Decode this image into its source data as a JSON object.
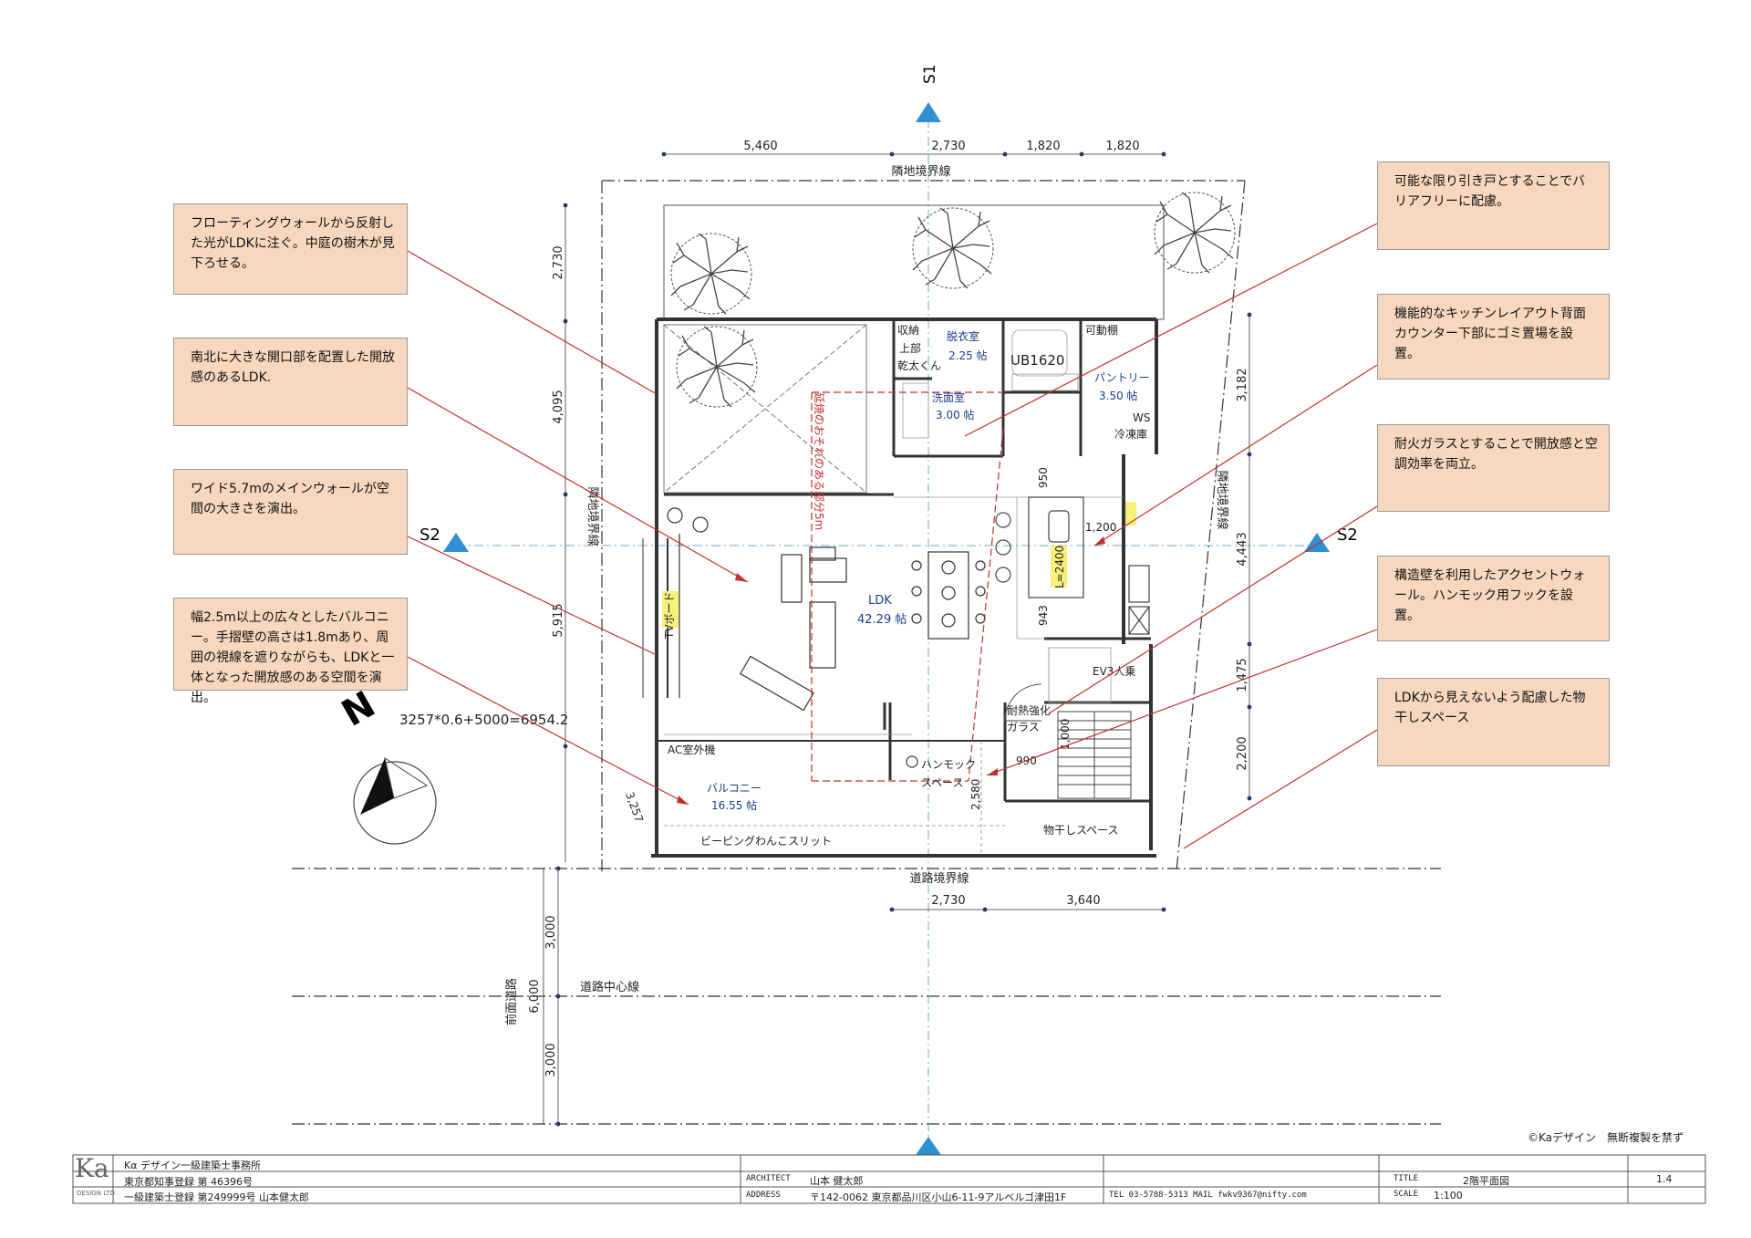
{
  "section_marks": {
    "s1": "S1",
    "s2_left": "S2",
    "s2_right": "S2"
  },
  "dimensions": {
    "top": [
      "5,460",
      "2,730",
      "1,820",
      "1,820"
    ],
    "bottom": [
      "2,730",
      "3,640"
    ],
    "left": [
      "2,730",
      "4,095",
      "5,915"
    ],
    "right": [
      "3,182",
      "4,443",
      "1,475",
      "2,200"
    ],
    "road": [
      "3,000",
      "6,000",
      "3,000"
    ],
    "kitchen_950": "950",
    "kitchen_1200": "1,200",
    "kitchen_943": "943",
    "stair_1000": "1,000",
    "stair_990": "990",
    "balcony_2580": "2,580",
    "diag_3257": "3,257"
  },
  "boundaries": {
    "top": "隣地境界線",
    "left": "隣地境界線",
    "right": "隣地境界線",
    "road": "道路境界線",
    "road_center": "道路中心線",
    "front_road": "前面道路"
  },
  "rooms": {
    "storage": "収納",
    "upper": "上部",
    "dryer": "乾太くん",
    "dressing": "脱衣室",
    "dressing_area": "2.25 帖",
    "ub": "UB1620",
    "movable_shelf": "可動棚",
    "pantry": "パントリー",
    "pantry_area": "3.50 帖",
    "washroom": "洗面室",
    "washroom_area": "3.00 帖",
    "ws": "WS",
    "fridge": "冷凍庫",
    "fire_line": "延焼のおそれのある部分5m",
    "ldk": "LDK",
    "ldk_area": "42.29 帖",
    "kitchen_len": "L=2400",
    "tv": "TVボード",
    "ev": "EV3人乗",
    "glass1": "耐熱強化",
    "glass2": "ガラス",
    "hammock1": "ハンモック",
    "hammock2": "スペース",
    "ac": "AC室外機",
    "balcony": "バルコニー",
    "balcony_area": "16.55 帖",
    "slit": "ビーピングわんこスリット",
    "drying": "物干しスペース",
    "formula": "3257*0.6+5000=6954.2",
    "north": "N"
  },
  "notes": [
    "フローティングウォールから反射した光がLDKに注ぐ。中庭の樹木が見下ろせる。",
    "南北に大きな開口部を配置した開放感のあるLDK.",
    "ワイド5.7mのメインウォールが空間の大きさを演出。",
    "幅2.5m以上の広々としたバルコニー。手摺壁の高さは1.8mあり、周囲の視線を遮りながらも、LDKと一体となった開放感のある空間を演出。",
    "可能な限り引き戸とすることでバリアフリーに配慮。",
    "機能的なキッチンレイアウト背面カウンター下部にゴミ置場を設置。",
    "耐火ガラスとすることで開放感と空調効率を両立。",
    "構造壁を利用したアクセントウォール。ハンモック用フックを設置。",
    "LDKから見えないよう配慮した物干しスペース"
  ],
  "copyright": "©Kaデザイン　無断複製を禁ず",
  "title_block": {
    "logo": "Ka",
    "logo_sub": "DESIGN LTD.",
    "firm": "Kα デザイン一級建築士事務所",
    "reg1": "東京都知事登録 第 46396号",
    "reg2": "一級建築士登録 第249999号 山本健太郎",
    "architect_label": "ARCHITECT",
    "architect": "山本 健太郎",
    "address_label": "ADDRESS",
    "address": "〒142-0062 東京都品川区小山6-11-9アルベルゴ津田1F",
    "tel": "TEL 03-5788-5313 MAIL fwkv9367@nifty.com",
    "title_label": "TITLE",
    "title": "2階平面図",
    "scale_label": "SCALE",
    "scale": "1:100",
    "sheet": "1.4"
  }
}
